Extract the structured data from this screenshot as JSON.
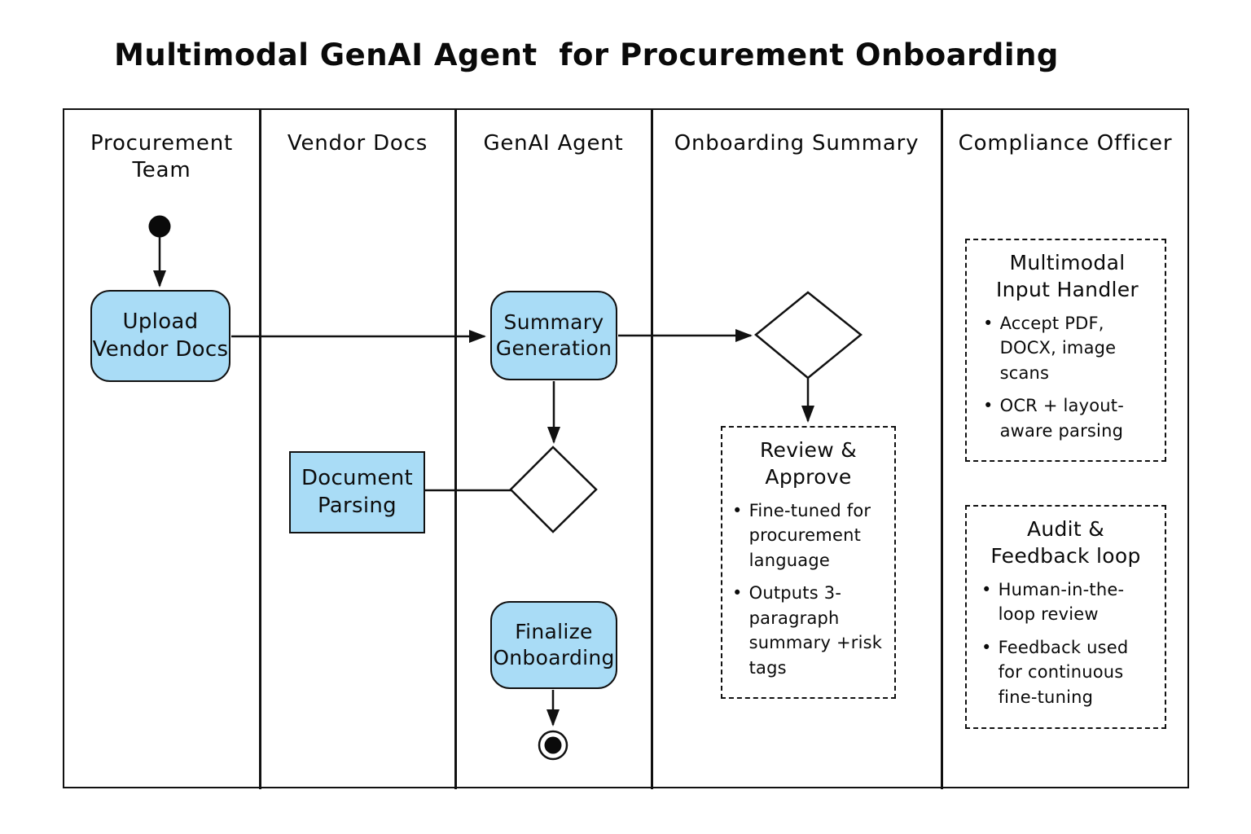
{
  "title": "Multimodal GenAI Agent  for Procurement Onboarding",
  "lanes": {
    "procurement_team": "Procurement\nTeam",
    "vendor_docs": "Vendor Docs",
    "genai_agent": "GenAI Agent",
    "onboarding_summary": "Onboarding Summary",
    "compliance_officer": "Compliance  Officer"
  },
  "activities": {
    "upload_vendor_docs": "Upload\nVendor Docs",
    "summary_generation": "Summary\nGeneration",
    "document_parsing": "Document\nParsing",
    "finalize_onboarding": "Finalize\nOnboarding"
  },
  "notes": {
    "review_approve": {
      "title": "Review &\nApprove",
      "bullet_glyph": "•",
      "bullets": [
        "Fine-tuned for procurement language",
        "Outputs 3-paragraph summary +risk tags"
      ]
    },
    "multimodal_input_handler": {
      "title": "Multimodal\nInput Handler",
      "bullet_glyph": "•",
      "bullets": [
        "Accept PDF, DOCX, image scans",
        "OCR + layout-aware parsing"
      ]
    },
    "audit_feedback_loop": {
      "title": "Audit &\nFeedback loop",
      "bullet_glyph": "•",
      "bullets": [
        "Human-in-the-loop review",
        "Feedback used for continuous fine-tuning"
      ]
    }
  },
  "colors": {
    "activity_fill": "#a9dcf6",
    "line": "#111111"
  }
}
